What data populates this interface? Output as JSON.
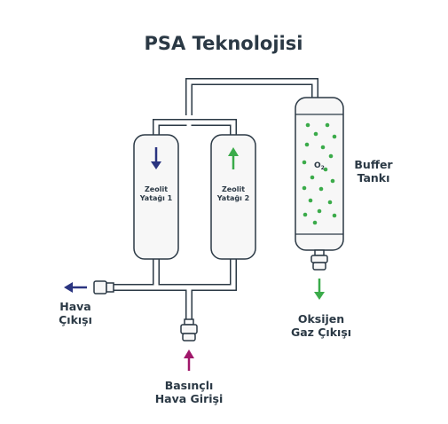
{
  "title": "PSA Teknolojisi",
  "labels": {
    "bed1_line1": "Zeolit",
    "bed1_line2": "Yatağı 1",
    "bed2_line1": "Zeolit",
    "bed2_line2": "Yatağı 2",
    "o2_base": "O",
    "o2_sub": "2",
    "buffer_line1": "Buffer",
    "buffer_line2": "Tankı",
    "air_out_line1": "Hava",
    "air_out_line2": "Çıkışı",
    "oxygen_line1": "Oksijen",
    "oxygen_line2": "Gaz Çıkışı",
    "air_in_line1": "Basınçlı",
    "air_in_line2": "Hava Girişi"
  },
  "colors": {
    "text": "#2b3945",
    "pipe_stroke": "#2b3945",
    "vessel_fill": "#f7f7f7",
    "arrow_blue": "#2a3480",
    "arrow_green": "#3bab4a",
    "arrow_magenta": "#a0176a",
    "bubble_green": "#3bab4a"
  },
  "icons": {
    "bed1_flow": "arrow-down-icon",
    "bed2_flow": "arrow-up-icon",
    "air_out": "arrow-left-icon",
    "oxygen_out": "arrow-down-icon",
    "air_in": "arrow-up-icon"
  }
}
